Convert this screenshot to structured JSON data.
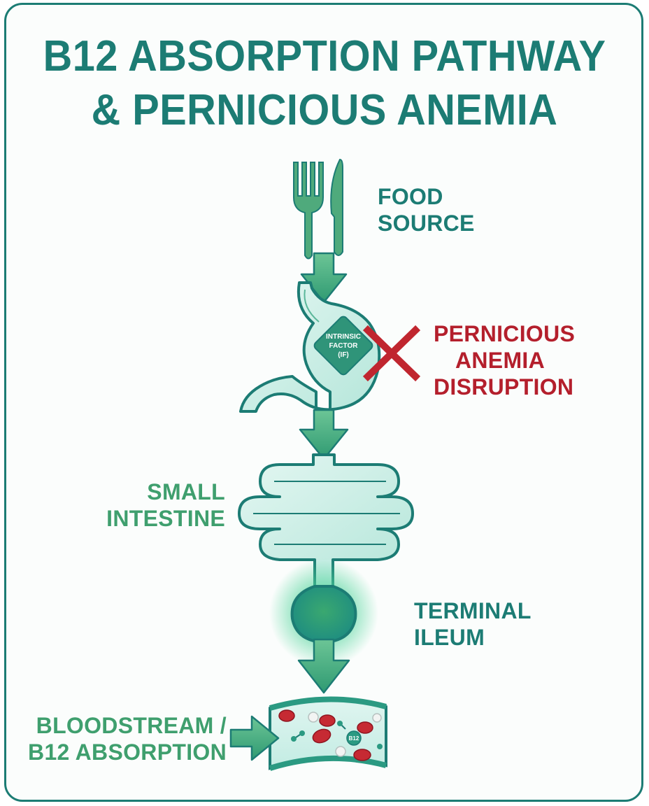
{
  "title": {
    "line1": "B12 ABSORPTION PATHWAY",
    "line2": "& PERNICIOUS ANEMIA"
  },
  "labels": {
    "food_source": [
      "FOOD",
      "SOURCE"
    ],
    "pernicious": [
      "PERNICIOUS",
      "ANEMIA",
      "DISRUPTION"
    ],
    "small_intestine": [
      "SMALL",
      "INTESTINE"
    ],
    "terminal_ileum": [
      "TERMINAL",
      "ILEUM"
    ],
    "bloodstream": [
      "BLOODSTREAM /",
      "B12 ABSORPTION"
    ]
  },
  "intrinsic_factor": [
    "INTRINSIC",
    "FACTOR",
    "(IF)"
  ],
  "b12_molecule": "B12",
  "colors": {
    "teal": "#1c7c74",
    "green": "#3f9f6e",
    "red": "#b41f2c",
    "organ_fill": "#c9eee6",
    "glow": "#6fe08a"
  },
  "icons": [
    "fork-icon",
    "knife-icon",
    "down-arrow-icon",
    "x-mark-icon",
    "stomach-icon",
    "intestine-icon",
    "ileum-icon",
    "blood-vessel-icon",
    "red-blood-cell-icon"
  ]
}
